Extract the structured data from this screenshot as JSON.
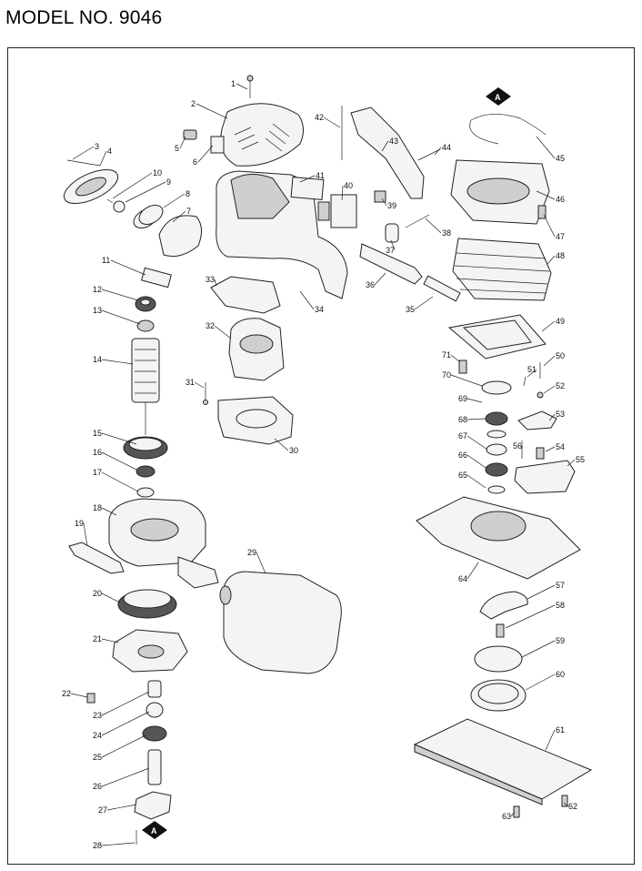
{
  "title": "MODEL NO. 9046",
  "ref_mark": "A",
  "part_numbers": [
    "1",
    "2",
    "3",
    "4",
    "5",
    "6",
    "7",
    "8",
    "9",
    "10",
    "11",
    "12",
    "13",
    "14",
    "15",
    "16",
    "17",
    "18",
    "19",
    "20",
    "21",
    "22",
    "23",
    "24",
    "25",
    "26",
    "27",
    "28",
    "29",
    "30",
    "31",
    "32",
    "33",
    "34",
    "35",
    "36",
    "37",
    "38",
    "39",
    "40",
    "41",
    "42",
    "43",
    "44",
    "45",
    "46",
    "47",
    "48",
    "49",
    "50",
    "51",
    "52",
    "53",
    "54",
    "55",
    "56",
    "57",
    "58",
    "59",
    "60",
    "61",
    "62",
    "63",
    "64",
    "65",
    "66",
    "67",
    "68",
    "69",
    "70",
    "71"
  ]
}
